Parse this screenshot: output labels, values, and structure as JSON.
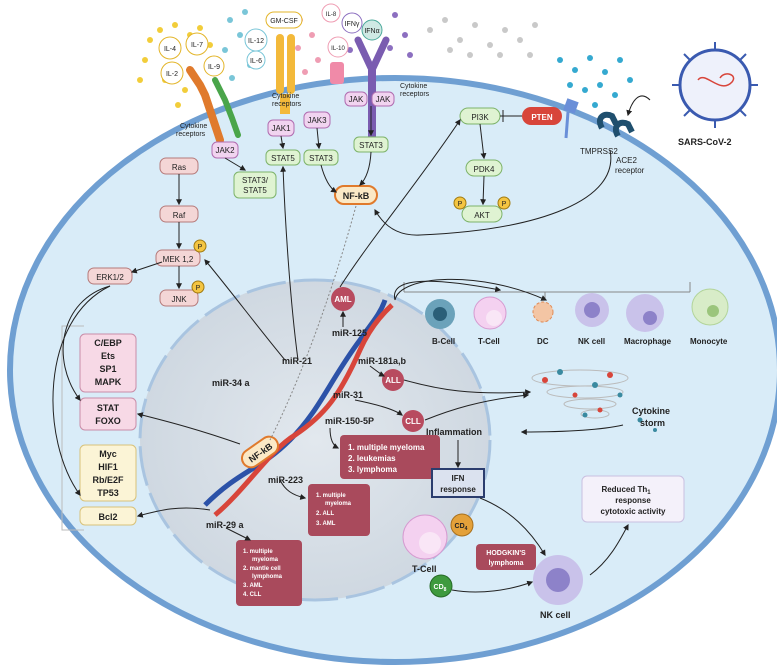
{
  "virus": {
    "label": "SARS-CoV-2"
  },
  "receptors": {
    "tmprss2": "TMPRSS2",
    "ace2_line1": "ACE2",
    "ace2_line2": "receptor"
  },
  "cytokines": {
    "il4": "IL-4",
    "il7": "IL-7",
    "il2": "IL-2",
    "il9": "IL-9",
    "il12": "IL-12",
    "il6": "IL-6",
    "gmcsf": "GM-CSF",
    "il8": "IL-8",
    "il10": "IL-10",
    "ifng": "IFNγ",
    "ifna": "IFNα"
  },
  "receptor_labels": {
    "left_line1": "Cytokine",
    "left_line2": "receptors",
    "mid_line1": "Cytokine",
    "mid_line2": "receptors",
    "right_line1": "Cytokine",
    "right_line2": "receptors"
  },
  "kinases": {
    "jak2": "JAK2",
    "jak1": "JAK1",
    "jak3": "JAK3",
    "jak_a": "JAK",
    "jak_b": "JAK"
  },
  "stats": {
    "stat3_stat5_line1": "STAT3/",
    "stat3_stat5_line2": "STAT5",
    "stat5": "STAT5",
    "stat3_a": "STAT3",
    "stat3_b": "STAT3"
  },
  "nfkb": {
    "top": "NF-kB",
    "dna": "NF-kB"
  },
  "pi3k_path": {
    "pi3k": "PI3K",
    "pten": "PTEN",
    "pdk4": "PDK4",
    "akt": "AKT",
    "p": "P"
  },
  "mapk_path": {
    "ras": "Ras",
    "raf": "Raf",
    "mek": "MEK 1,2",
    "erk": "ERK1/2",
    "jnk": "JNK",
    "p": "P"
  },
  "tf_boxes": {
    "group1": [
      "C/EBP",
      "Ets",
      "SP1",
      "MAPK"
    ],
    "group2": [
      "STAT",
      "FOXO"
    ],
    "group3": [
      "Myc",
      "HIF1",
      "Rb/E2F",
      "TP53"
    ],
    "bcl2": "Bcl2"
  },
  "mirnas": {
    "mir125": "miR-125",
    "mir21": "miR-21",
    "mir34a": "miR-34 a",
    "mir181": "miR-181a,b",
    "mir31": "miR-31",
    "mir150": "miR-150-5P",
    "mir223": "miR-223",
    "mir29a": "miR-29 a"
  },
  "cancers": {
    "aml": "AML",
    "all": "ALL",
    "cll": "CLL"
  },
  "disease_boxes": {
    "box1": [
      "1.  multiple myeloma",
      "2.  leukemias",
      "3.  lymphoma"
    ],
    "box2": [
      "1.  multiple",
      "myeloma",
      "2.  ALL",
      "3.  AML"
    ],
    "box3": [
      "1.  multiple",
      "myeloma",
      "2.  mantle cell",
      "lymphoma",
      "3.  AML",
      "4.  CLL"
    ]
  },
  "immune_cells": [
    "B-Cell",
    "T-Cell",
    "DC",
    "NK cell",
    "Macrophage",
    "Monocyte"
  ],
  "storm": {
    "line1": "Cytokine",
    "line2": "storm"
  },
  "inflammation": "Inflammation",
  "ifn": {
    "line1": "IFN",
    "line2": "response"
  },
  "th1": {
    "line1": "Reduced Th",
    "sub": "1",
    "line2": "response",
    "line3": "cytotoxic activity"
  },
  "tcell_bottom": {
    "label": "T-Cell",
    "cd4": "CD",
    "cd4sub": "4",
    "cd8": "CD",
    "cd8sub": "8"
  },
  "hodgkin": {
    "line1": "HODGKIN'S",
    "line2": "lymphoma"
  },
  "nk_bottom": "NK cell",
  "colors": {
    "cell_bg": "#d9ecf8",
    "cell_border": "#6f9fd2",
    "maroon": "#a94a5c",
    "green_box": "#dff3d2",
    "pink_box": "#f7d9e6",
    "yellow_box": "#fbf4d6"
  }
}
